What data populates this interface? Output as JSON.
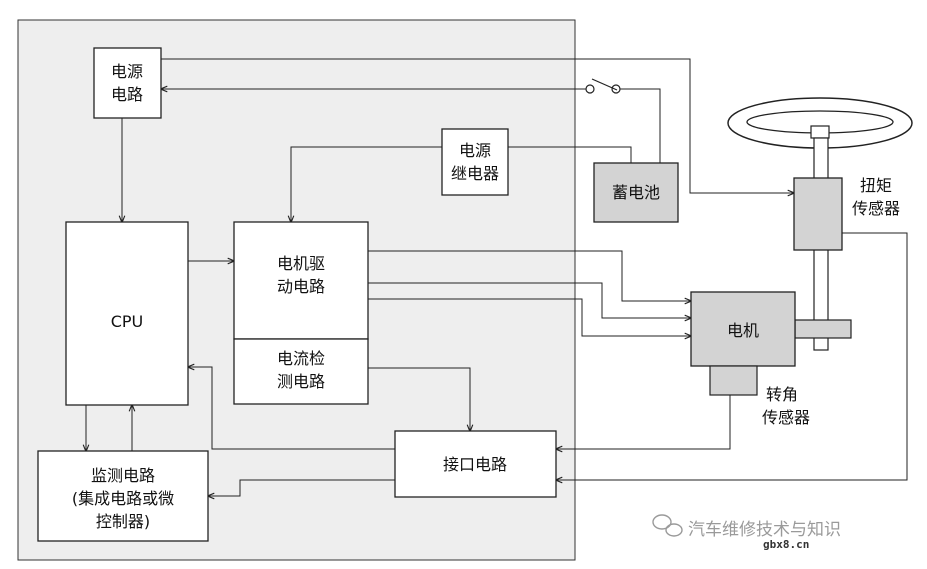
{
  "diagram": {
    "power_circuit": [
      "电源",
      "电路"
    ],
    "power_relay": [
      "电源",
      "继电器"
    ],
    "battery": "蓄电池",
    "cpu": "CPU",
    "motor_drive": [
      "电机驱",
      "动电路"
    ],
    "current_detect": [
      "电流检",
      "测电路"
    ],
    "monitor": [
      "监测电路",
      "(集成电路或微",
      "控制器)"
    ],
    "interface": "接口电路",
    "motor": "电机",
    "torque_sensor": [
      "扭矩",
      "传感器"
    ],
    "angle_sensor": [
      "转角",
      "传感器"
    ]
  },
  "watermark": {
    "text": "汽车维修技术与知识",
    "site": "gbx8.cn"
  }
}
